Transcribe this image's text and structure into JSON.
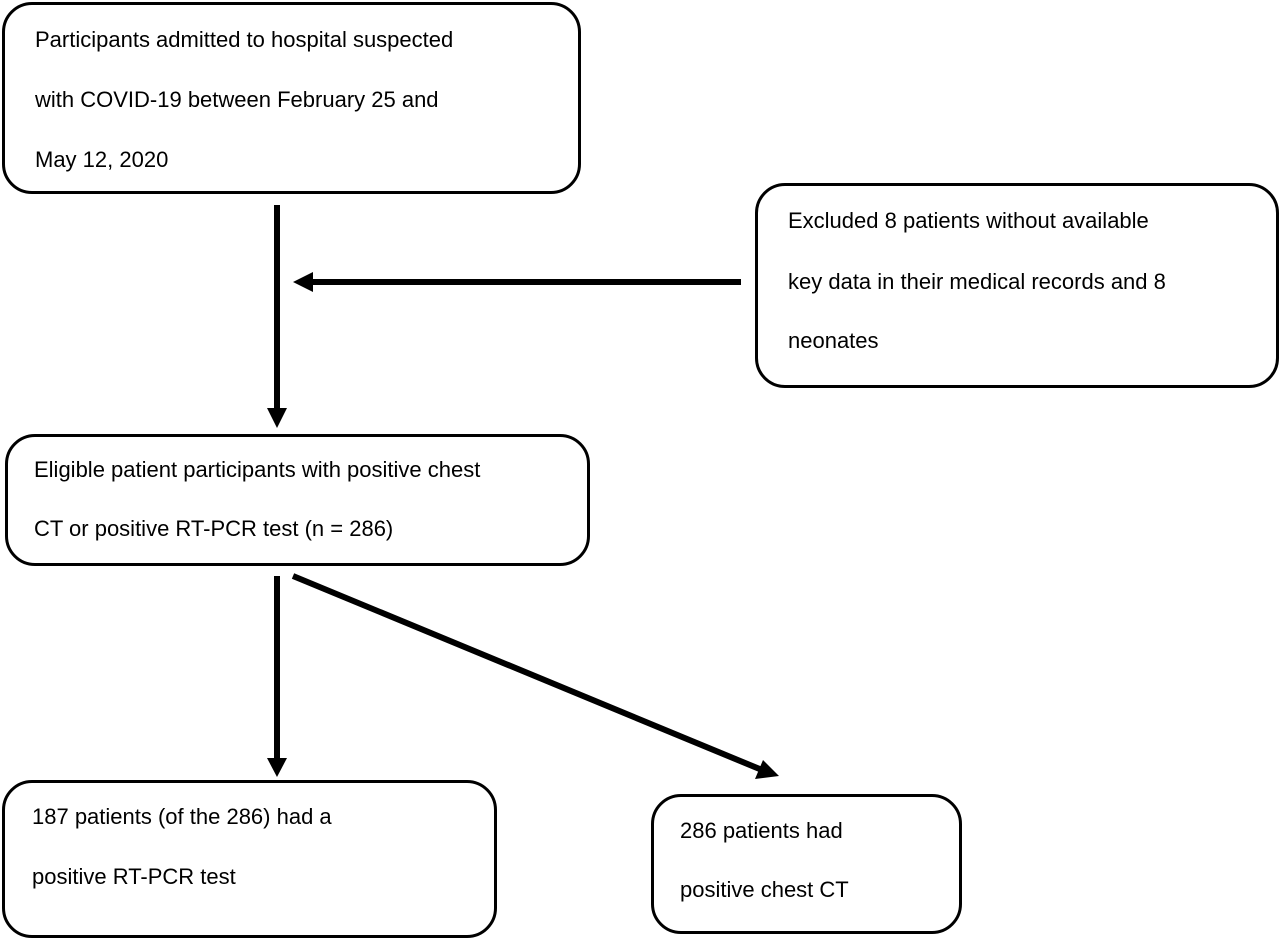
{
  "flowchart": {
    "admitted": {
      "lines": [
        "Participants admitted to hospital suspected",
        "with COVID-19 between February 25 and",
        "May 12, 2020"
      ]
    },
    "excluded": {
      "lines": [
        "Excluded 8 patients without available",
        "key data in their medical records and 8",
        "neonates"
      ]
    },
    "eligible": {
      "lines": [
        "Eligible patient participants with positive chest",
        "CT or positive RT-PCR test (n = 286)"
      ]
    },
    "rtpcr": {
      "lines": [
        "187 patients (of the 286) had a",
        "positive RT-PCR test"
      ]
    },
    "ct": {
      "lines": [
        "286 patients had",
        "positive chest CT"
      ]
    }
  }
}
